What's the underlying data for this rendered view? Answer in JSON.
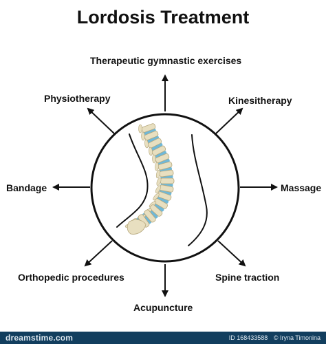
{
  "title": "Lordosis Treatment",
  "treatments": {
    "top": "Therapeutic gymnastic exercises",
    "top_left": "Physiotherapy",
    "top_right": "Kinesitherapy",
    "left": "Bandage",
    "right": "Massage",
    "bottom_left": "Orthopedic procedures",
    "bottom_right": "Spine traction",
    "bottom": "Acupuncture"
  },
  "colors": {
    "bone": "#e8dfc0",
    "bone_outline": "#b5a77c",
    "disc": "#6fb8d8",
    "line": "#111111",
    "footer": "#123e5e"
  },
  "footer": {
    "logo": "dreamstime.com",
    "id": "ID 168433588",
    "credit": "© Iryna Timonina"
  }
}
